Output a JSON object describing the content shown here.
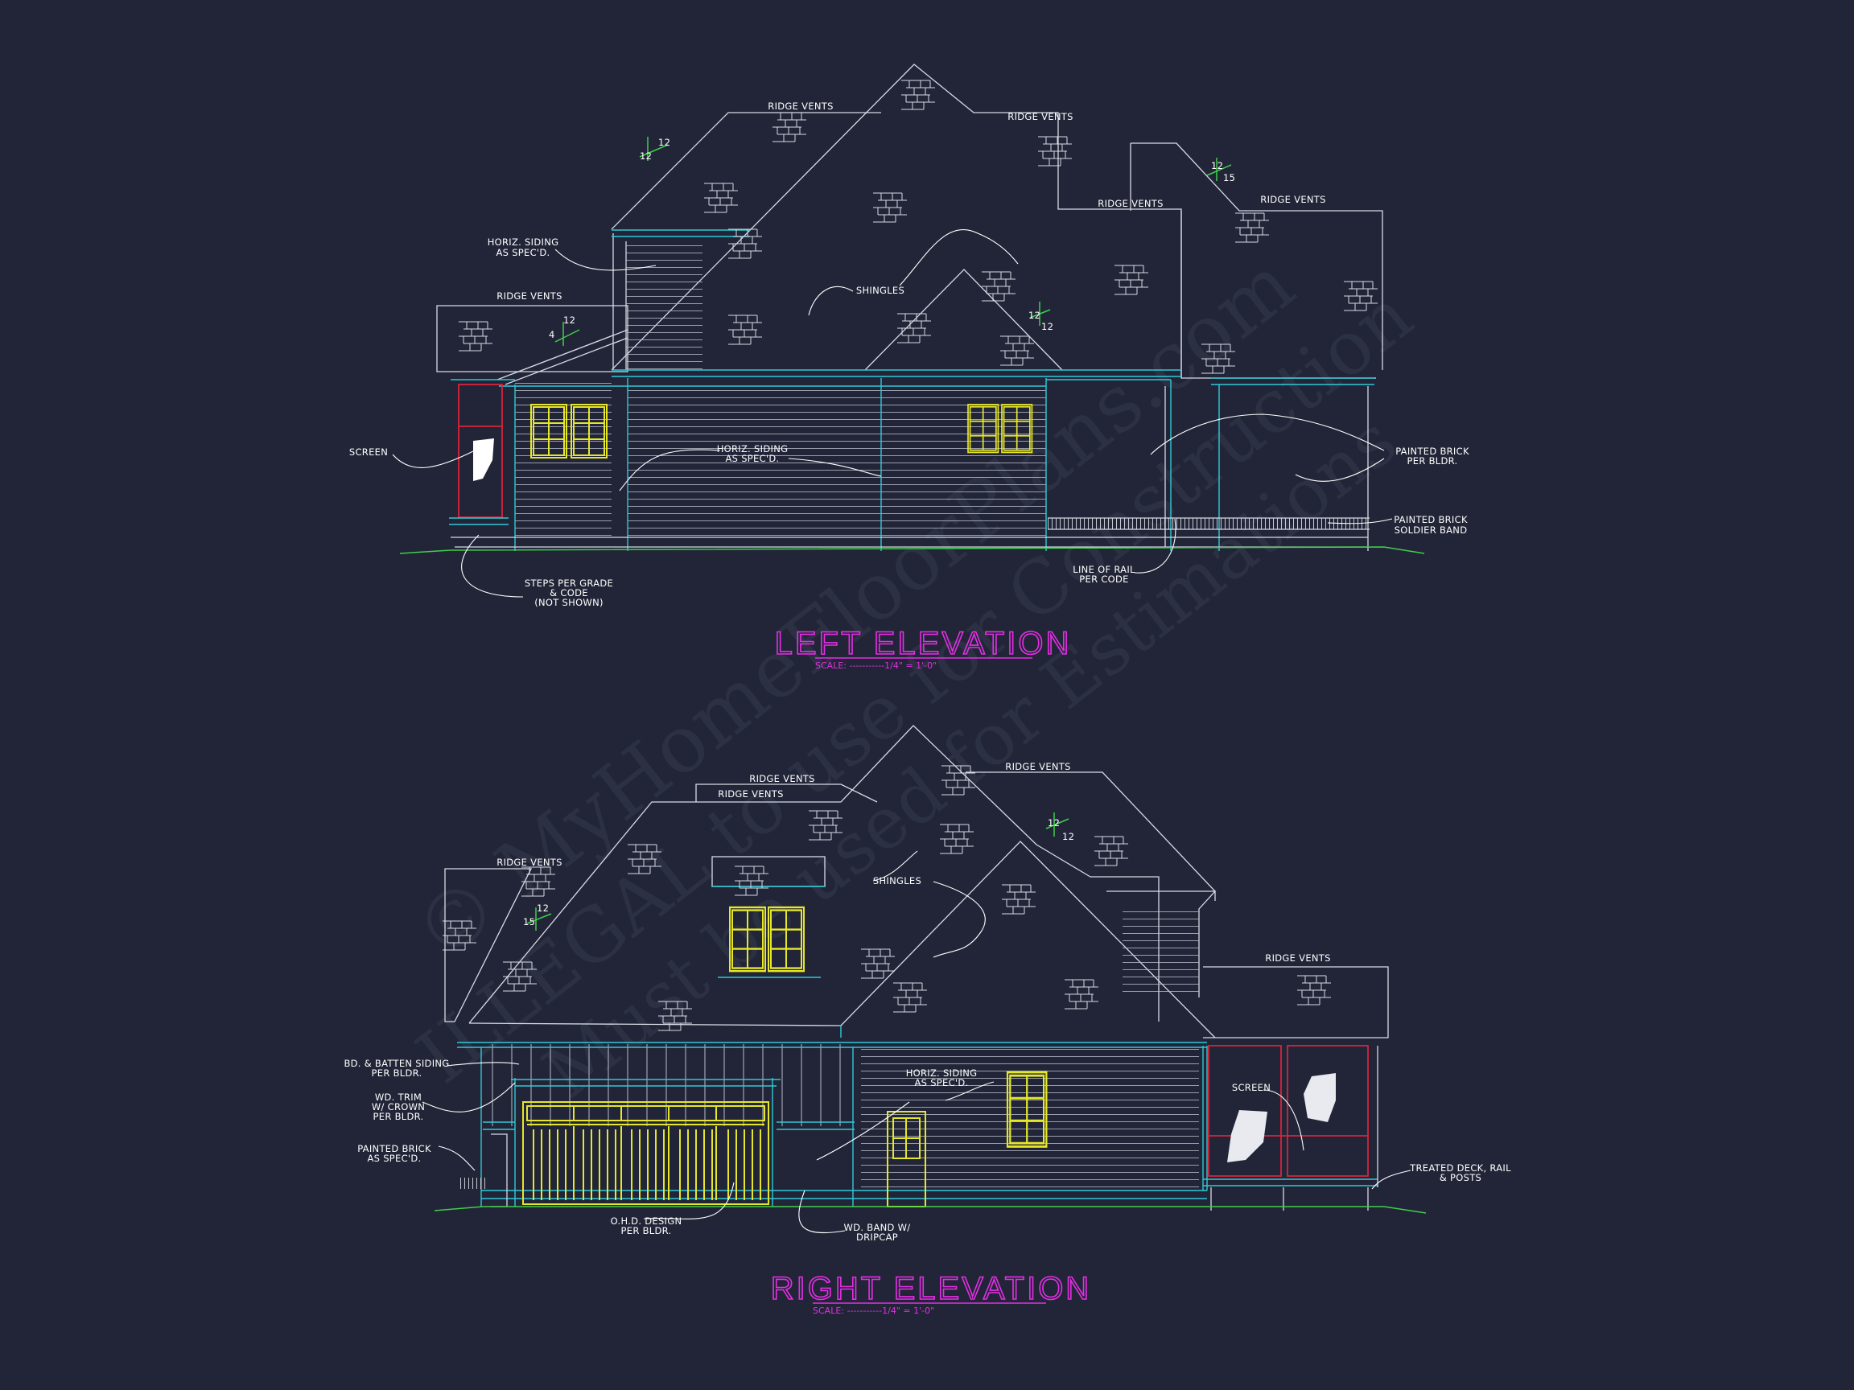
{
  "watermark": {
    "line1": "© MyHomeFloorPlans.com",
    "line2": "ILLEGAL to use for Construction",
    "line3": "Must be used for Estimations"
  },
  "left_elevation": {
    "title": "LEFT ELEVATION",
    "scale": "SCALE: -----------1/4\" = 1'-0\"",
    "labels": {
      "ridge_vents_1": "RIDGE VENTS",
      "ridge_vents_2": "RIDGE VENTS",
      "ridge_vents_3": "RIDGE VENTS",
      "ridge_vents_4": "RIDGE VENTS",
      "ridge_vents_5": "RIDGE VENTS",
      "horiz_siding_top_1": "HORIZ. SIDING",
      "horiz_siding_top_2": "AS SPEC'D.",
      "shingles": "SHINGLES",
      "screen": "SCREEN",
      "horiz_siding_mid_1": "HORIZ. SIDING",
      "horiz_siding_mid_2": "AS SPEC'D.",
      "painted_brick_1": "PAINTED BRICK",
      "painted_brick_2": "PER BLDR.",
      "soldier_band_1": "PAINTED BRICK",
      "soldier_band_2": "SOLDIER BAND",
      "steps_1": "STEPS PER GRADE",
      "steps_2": "& CODE",
      "steps_3": "(NOT SHOWN)",
      "rail_1": "LINE OF RAIL",
      "rail_2": "PER CODE"
    },
    "pitch": {
      "a_rise": "12",
      "a_run": "12",
      "b_rise": "12",
      "b_run": "4",
      "c_rise": "12",
      "c_run": "15",
      "d_rise": "12",
      "d_run": "12"
    }
  },
  "right_elevation": {
    "title": "RIGHT ELEVATION",
    "scale": "SCALE: -----------1/4\" = 1'-0\"",
    "labels": {
      "ridge_vents_1": "RIDGE VENTS",
      "ridge_vents_2": "RIDGE VENTS",
      "ridge_vents_3": "RIDGE VENTS",
      "ridge_vents_4": "RIDGE VENTS",
      "ridge_vents_5": "RIDGE VENTS",
      "shingles": "SHINGLES",
      "bd_batten_1": "BD. & BATTEN SIDING",
      "bd_batten_2": "PER BLDR.",
      "wd_trim_1": "WD. TRIM",
      "wd_trim_2": "W/ CROWN",
      "wd_trim_3": "PER BLDR.",
      "painted_brick_1": "PAINTED BRICK",
      "painted_brick_2": "AS SPEC'D.",
      "horiz_siding_1": "HORIZ. SIDING",
      "horiz_siding_2": "AS SPEC'D.",
      "screen": "SCREEN",
      "deck_1": "TREATED DECK, RAIL",
      "deck_2": "& POSTS",
      "ohd_1": "O.H.D. DESIGN",
      "ohd_2": "PER BLDR.",
      "wd_band_1": "WD. BAND W/",
      "wd_band_2": "DRIPCAP"
    },
    "pitch": {
      "a_rise": "12",
      "a_run": "15",
      "b_rise": "12",
      "b_run": "12"
    }
  },
  "colors": {
    "background": "#212537",
    "linework": "#d8dae4",
    "trim": "#31c9d6",
    "windows": "#e6e62a",
    "screen_frame": "#d6243a",
    "grade": "#3fcf4a",
    "titles": "#e62ee6"
  }
}
